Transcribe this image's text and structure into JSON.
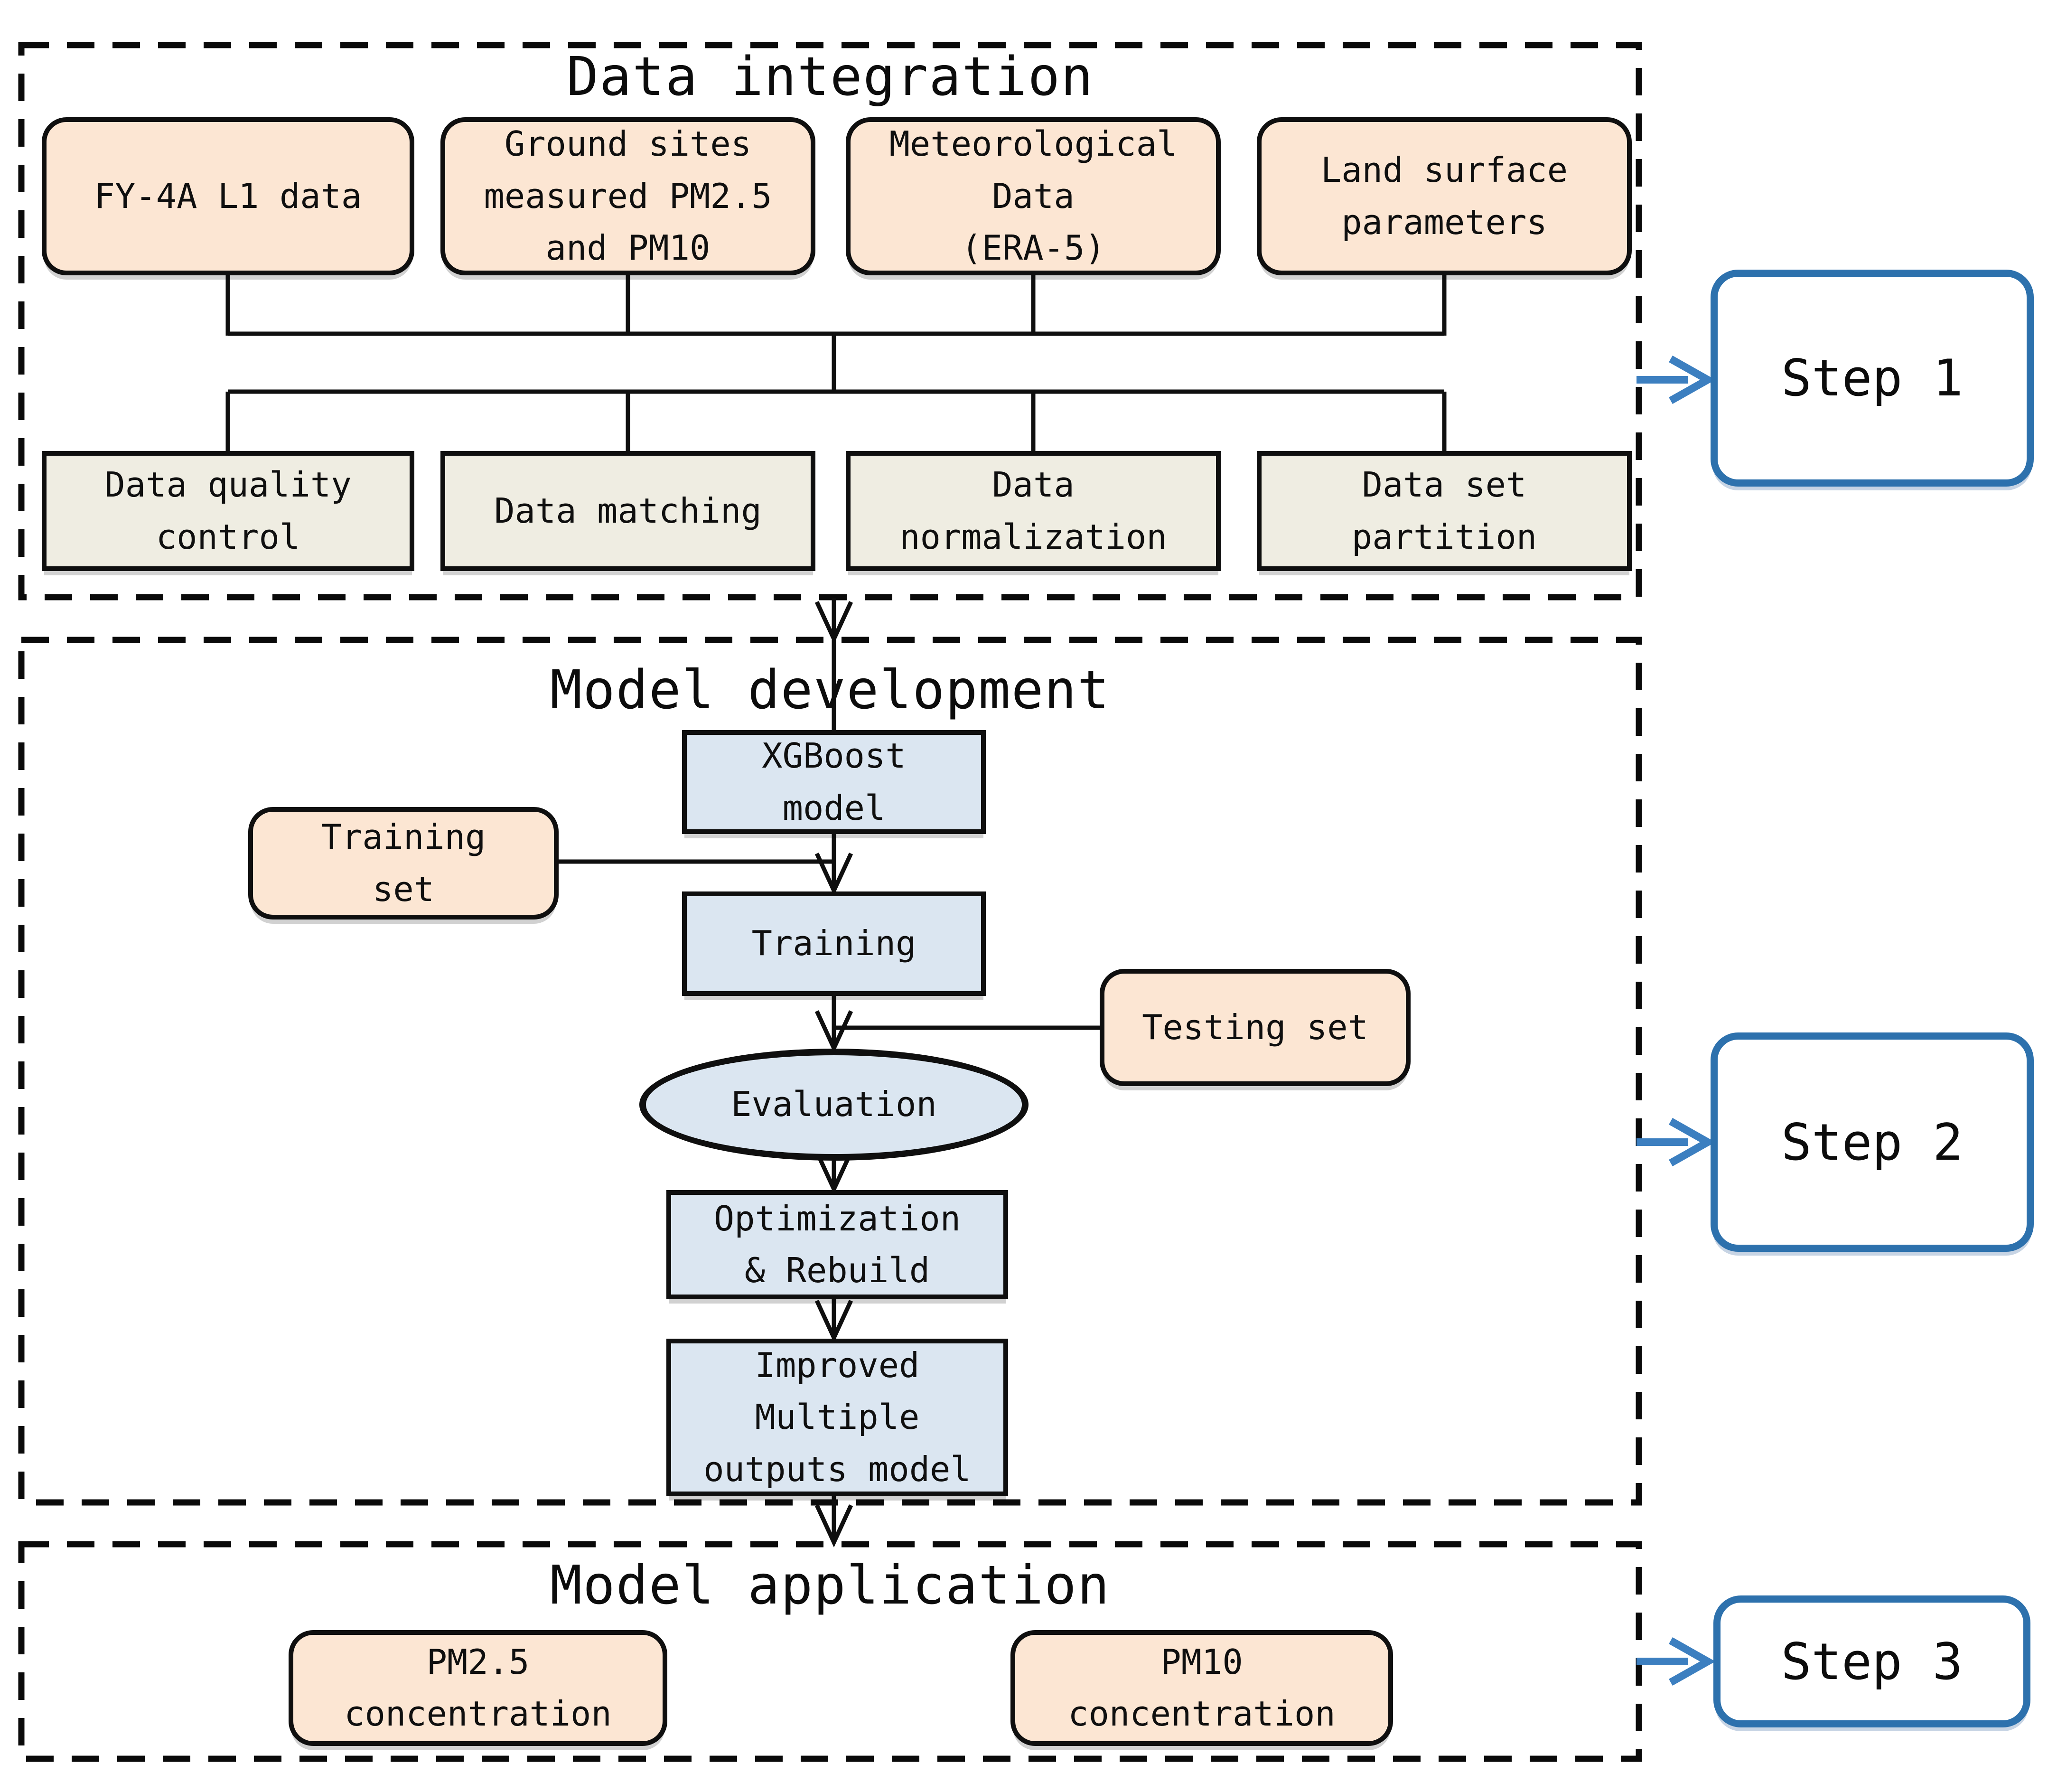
{
  "diagram": {
    "type": "flowchart",
    "steps": [
      {
        "label": "Step 1"
      },
      {
        "label": "Step 2"
      },
      {
        "label": "Step 3"
      }
    ],
    "sections": {
      "integration": {
        "title": "Data integration",
        "sources": [
          "FY-4A L1 data",
          "Ground sites\nmeasured PM2.5\nand PM10",
          "Meteorological\nData\n(ERA-5)",
          "Land surface\nparameters"
        ],
        "processes": [
          "Data quality\ncontrol",
          "Data matching",
          "Data\nnormalization",
          "Data set\npartition"
        ]
      },
      "development": {
        "title": "Model development",
        "xgboost_model": "XGBoost\nmodel",
        "training_set": "Training\nset",
        "training": "Training",
        "testing_set": "Testing set",
        "evaluation": "Evaluation",
        "optimization": "Optimization\n& Rebuild",
        "improved_model": "Improved\nMultiple\noutputs model"
      },
      "application": {
        "title": "Model application",
        "outputs": [
          "PM2.5\nconcentration",
          "PM10\nconcentration"
        ]
      }
    },
    "colors": {
      "background": "#ffffff",
      "source_box_fill": "#fce6d3",
      "process_box_fill": "#efede2",
      "model_box_fill": "#dbe6f1",
      "node_border": "#0f0f0f",
      "connector": "#0f0f0f",
      "step_border": "#2d71ad",
      "step_arrow": "#3c7fc0",
      "text": "#0f0f0f"
    }
  }
}
